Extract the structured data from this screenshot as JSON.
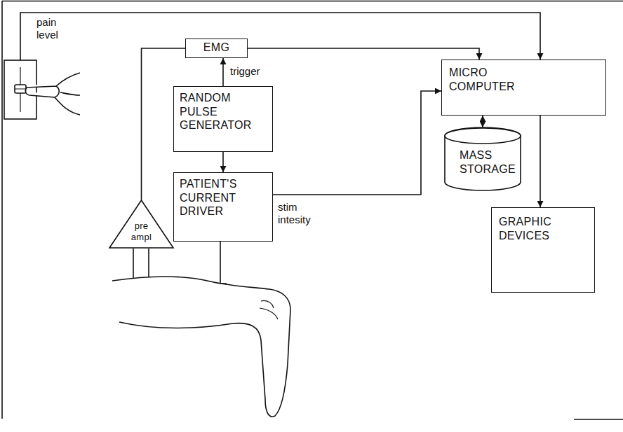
{
  "diagram": {
    "nodes": [
      {
        "text": [
          "EMG"
        ]
      },
      {
        "text": [
          "RANDOM PULSE GENERATOR"
        ]
      },
      {
        "text": [
          "PATIENT'S CURRENT DRIVER"
        ]
      },
      {
        "text": [
          "pre ampl"
        ]
      },
      {
        "text": [
          "MICRO COMPUTER"
        ]
      },
      {
        "text": [
          "MASS STORAGE"
        ]
      },
      {
        "text": [
          "GRAPHIC DEVICES"
        ]
      }
    ],
    "edges": [
      {
        "from": 3,
        "to": 0,
        "arrow": "none"
      },
      {
        "from": 1,
        "to": 0,
        "label": "trigger",
        "arrow": "to"
      },
      {
        "from": 1,
        "to": 2,
        "arrow": "to"
      },
      {
        "from": 0,
        "to": 4,
        "arrow": "to"
      },
      {
        "from": 2,
        "to": 4,
        "label": "stim intesity",
        "arrow": "to"
      },
      {
        "from": 4,
        "to": 5,
        "arrow": "both"
      },
      {
        "from": 4,
        "to": 6,
        "arrow": "to"
      }
    ],
    "labels": [
      "pain level"
    ]
  }
}
